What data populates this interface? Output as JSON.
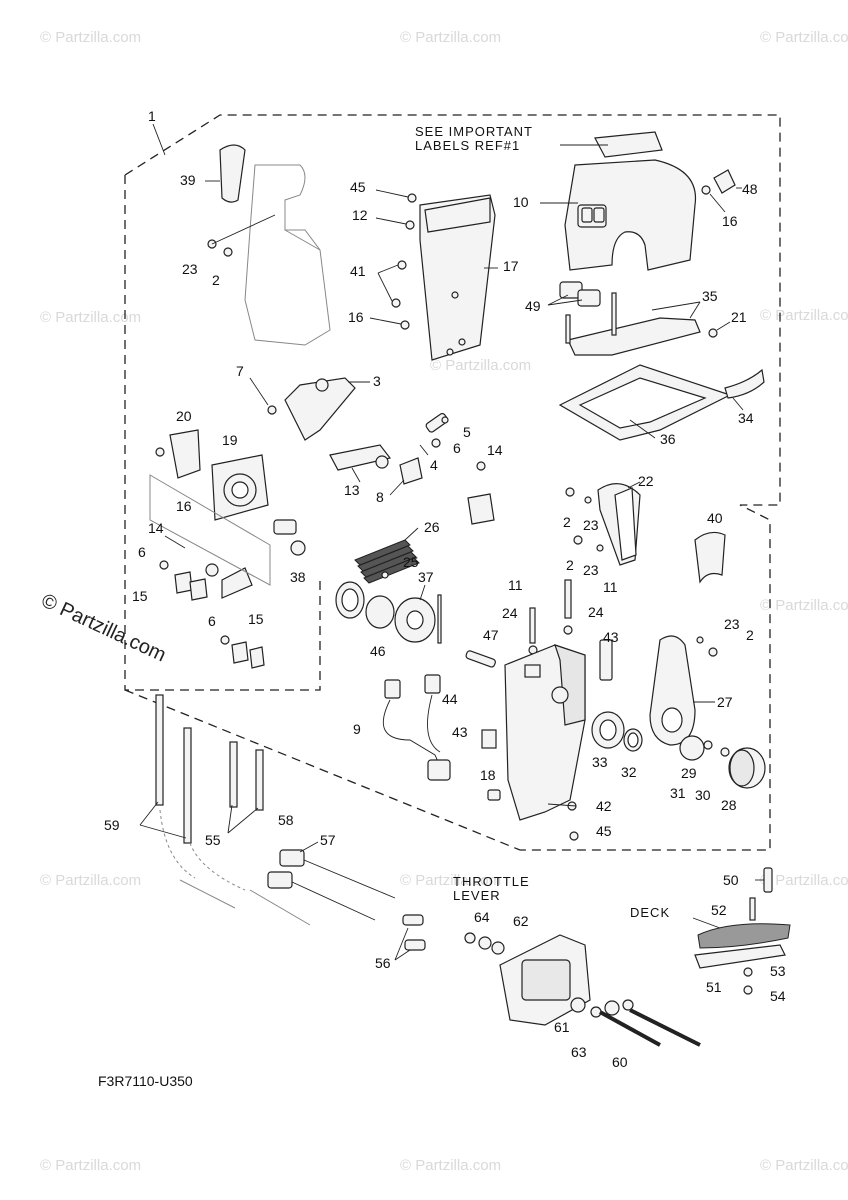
{
  "diagram": {
    "code": "F3R7110-U350",
    "notes": {
      "important_labels_line1": "SEE IMPORTANT",
      "important_labels_line2": "LABELS REF#1",
      "throttle_line1": "THROTTLE",
      "throttle_line2": "LEVER",
      "deck": "DECK"
    },
    "watermark": "© Partzilla.com",
    "watermark_small": "© Partzilla.com",
    "callouts": {
      "c1": "1",
      "c2a": "2",
      "c2b": "2",
      "c2c": "2",
      "c2d": "2",
      "c3": "3",
      "c4": "4",
      "c5": "5",
      "c6a": "6",
      "c6b": "6",
      "c6c": "6",
      "c7": "7",
      "c8": "8",
      "c9": "9",
      "c10": "10",
      "c11a": "11",
      "c11b": "11",
      "c12": "12",
      "c13": "13",
      "c14a": "14",
      "c14b": "14",
      "c15a": "15",
      "c15b": "15",
      "c16a": "16",
      "c16b": "16",
      "c16c": "16",
      "c17": "17",
      "c18": "18",
      "c19": "19",
      "c20": "20",
      "c21": "21",
      "c22": "22",
      "c23a": "23",
      "c23b": "23",
      "c23c": "23",
      "c23d": "23",
      "c24a": "24",
      "c24b": "24",
      "c25": "25",
      "c26": "26",
      "c27": "27",
      "c28": "28",
      "c29": "29",
      "c30": "30",
      "c31": "31",
      "c32": "32",
      "c33": "33",
      "c34": "34",
      "c35": "35",
      "c36": "36",
      "c37": "37",
      "c38": "38",
      "c39": "39",
      "c40": "40",
      "c41": "41",
      "c42": "42",
      "c43a": "43",
      "c43b": "43",
      "c44": "44",
      "c45a": "45",
      "c45b": "45",
      "c46": "46",
      "c47": "47",
      "c48": "48",
      "c49": "49",
      "c50": "50",
      "c51": "51",
      "c52": "52",
      "c53": "53",
      "c54": "54",
      "c55": "55",
      "c56": "56",
      "c57": "57",
      "c58": "58",
      "c59": "59",
      "c60": "60",
      "c61": "61",
      "c62": "62",
      "c63": "63",
      "c64": "64"
    }
  }
}
